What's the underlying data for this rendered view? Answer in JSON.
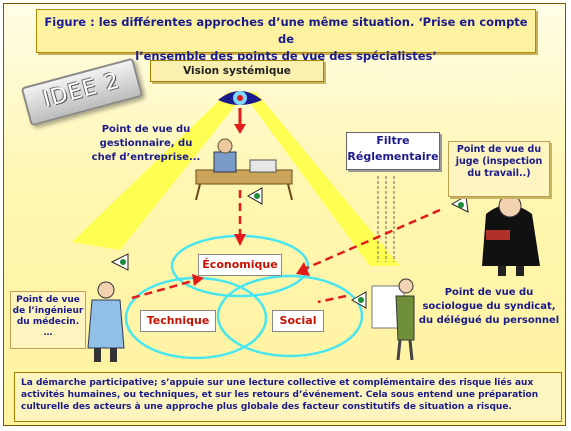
{
  "title": {
    "figure_word": "Figure :",
    "line1_rest": " les différentes approches d’une même situation.  ‘Prise en compte de",
    "line2": "l’ensemble des points de vue des spécialistes’"
  },
  "badge": "IDEE 2",
  "vision_label": "Vision systémique",
  "viewpoints": {
    "gestionnaire": [
      "Point de vue du",
      "gestionnaire, du",
      "chef d’entreprise..."
    ],
    "filtre": [
      "Filtre",
      "Réglementaire"
    ],
    "juge": [
      "Point de vue du",
      "juge (inspection",
      "du travail..)"
    ],
    "ingenieur": [
      "Point de vue",
      "de l’ingénieur",
      "du médecin.",
      "…"
    ],
    "sociologue": [
      "Point de vue du",
      "sociologue du syndicat,",
      "du délégué du personnel"
    ]
  },
  "domains": {
    "economique": "Économique",
    "technique": "Technique",
    "social": "Social"
  },
  "footer": "La démarche participative; s’appuie sur une lecture collective et complémentaire des risque liés aux activités humaines, ou techniques, et sur les retours  d’événement. Cela sous entend une préparation culturelle des acteurs à une approche plus globale des facteur constitutifs de situation a risque.",
  "colors": {
    "arrow_red": "#e21b1b",
    "circle_cyan": "#47e6f0",
    "beam_yellow": "#ffff4d",
    "text_blue": "#1a1a8c"
  }
}
